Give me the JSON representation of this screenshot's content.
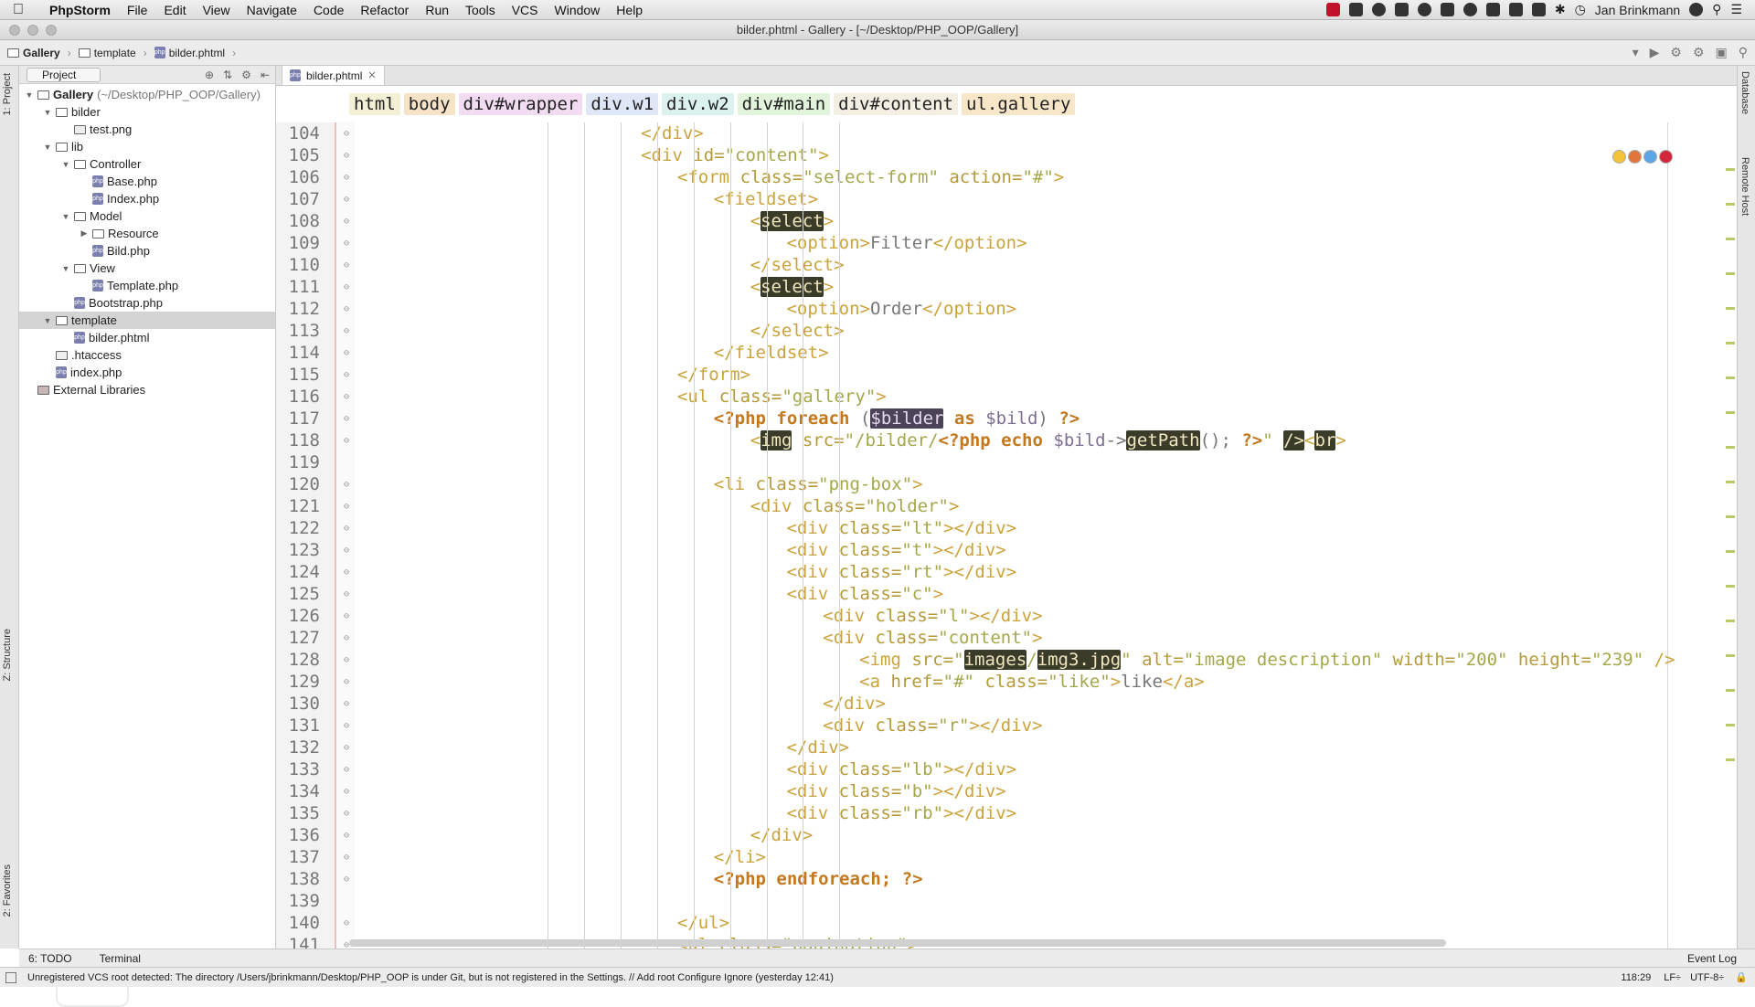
{
  "menubar": {
    "app": "PhpStorm",
    "items": [
      "File",
      "Edit",
      "View",
      "Navigate",
      "Code",
      "Refactor",
      "Run",
      "Tools",
      "VCS",
      "Window",
      "Help"
    ],
    "user": "Jan Brinkmann"
  },
  "window": {
    "title": "bilder.phtml - Gallery - [~/Desktop/PHP_OOP/Gallery]"
  },
  "breadcrumb": [
    "Gallery",
    "template",
    "bilder.phtml"
  ],
  "left_tabs": {
    "project": "1: Project",
    "structure": "Z: Structure",
    "favorites": "2: Favorites"
  },
  "right_tabs": {
    "database": "Database",
    "remote": "Remote Host"
  },
  "project": {
    "selector": "Project",
    "tree": [
      {
        "label": "Gallery",
        "path": "(~/Desktop/PHP_OOP/Gallery)",
        "depth": 0,
        "type": "folder",
        "open": true,
        "bold": true
      },
      {
        "label": "bilder",
        "depth": 1,
        "type": "folder",
        "open": true
      },
      {
        "label": "test.png",
        "depth": 2,
        "type": "file"
      },
      {
        "label": "lib",
        "depth": 1,
        "type": "folder",
        "open": true
      },
      {
        "label": "Controller",
        "depth": 2,
        "type": "folder",
        "open": true
      },
      {
        "label": "Base.php",
        "depth": 3,
        "type": "php"
      },
      {
        "label": "Index.php",
        "depth": 3,
        "type": "php"
      },
      {
        "label": "Model",
        "depth": 2,
        "type": "folder",
        "open": true
      },
      {
        "label": "Resource",
        "depth": 3,
        "type": "folder",
        "open": false
      },
      {
        "label": "Bild.php",
        "depth": 3,
        "type": "php"
      },
      {
        "label": "View",
        "depth": 2,
        "type": "folder",
        "open": true
      },
      {
        "label": "Template.php",
        "depth": 3,
        "type": "php"
      },
      {
        "label": "Bootstrap.php",
        "depth": 2,
        "type": "php"
      },
      {
        "label": "template",
        "depth": 1,
        "type": "folder",
        "open": true,
        "selected": true
      },
      {
        "label": "bilder.phtml",
        "depth": 2,
        "type": "php"
      },
      {
        "label": ".htaccess",
        "depth": 1,
        "type": "file"
      },
      {
        "label": "index.php",
        "depth": 1,
        "type": "php"
      },
      {
        "label": "External Libraries",
        "depth": 0,
        "type": "lib"
      }
    ]
  },
  "editor": {
    "tab": "bilder.phtml",
    "html_breadcrumb": [
      "html",
      "body",
      "div#wrapper",
      "div.w1",
      "div.w2",
      "div#main",
      "div#content",
      "ul.gallery"
    ],
    "html_breadcrumb_colors": [
      "#f4f0d6",
      "#f6e3c8",
      "#f2dcf2",
      "#dfe6f6",
      "#dcf2ef",
      "#e2f4dc",
      "#f4efe3",
      "#f8e6c8"
    ],
    "lines": [
      {
        "n": "104",
        "indent": 6,
        "parts": [
          [
            "tag",
            "</div>"
          ]
        ]
      },
      {
        "n": "105",
        "indent": 6,
        "parts": [
          [
            "tag",
            "<div "
          ],
          [
            "attr",
            "id="
          ],
          [
            "str",
            "\"content\""
          ],
          [
            "tag",
            ">"
          ]
        ]
      },
      {
        "n": "106",
        "indent": 7,
        "parts": [
          [
            "tag",
            "<form "
          ],
          [
            "attr",
            "class="
          ],
          [
            "str",
            "\"select-form\" "
          ],
          [
            "attr",
            "action="
          ],
          [
            "str",
            "\"#\""
          ],
          [
            "tag",
            ">"
          ]
        ]
      },
      {
        "n": "107",
        "indent": 8,
        "parts": [
          [
            "tag",
            "<fieldset>"
          ]
        ]
      },
      {
        "n": "108",
        "indent": 9,
        "parts": [
          [
            "tag",
            "<"
          ],
          [
            "hl",
            "select"
          ],
          [
            "tag",
            ">"
          ]
        ]
      },
      {
        "n": "109",
        "indent": 10,
        "parts": [
          [
            "tag",
            "<option>"
          ],
          [
            "txt",
            "Filter"
          ],
          [
            "tag",
            "</option>"
          ]
        ]
      },
      {
        "n": "110",
        "indent": 9,
        "parts": [
          [
            "tag",
            "</select>"
          ]
        ]
      },
      {
        "n": "111",
        "indent": 9,
        "parts": [
          [
            "tag",
            "<"
          ],
          [
            "hl",
            "select"
          ],
          [
            "tag",
            ">"
          ]
        ]
      },
      {
        "n": "112",
        "indent": 10,
        "parts": [
          [
            "tag",
            "<option>"
          ],
          [
            "txt",
            "Order"
          ],
          [
            "tag",
            "</option>"
          ]
        ]
      },
      {
        "n": "113",
        "indent": 9,
        "parts": [
          [
            "tag",
            "</select>"
          ]
        ]
      },
      {
        "n": "114",
        "indent": 8,
        "parts": [
          [
            "tag",
            "</fieldset>"
          ]
        ]
      },
      {
        "n": "115",
        "indent": 7,
        "parts": [
          [
            "tag",
            "</form>"
          ]
        ]
      },
      {
        "n": "116",
        "indent": 7,
        "parts": [
          [
            "tag",
            "<ul "
          ],
          [
            "attr",
            "class="
          ],
          [
            "str",
            "\"gallery\""
          ],
          [
            "tag",
            ">"
          ]
        ]
      },
      {
        "n": "117",
        "indent": 8,
        "parts": [
          [
            "php",
            "<?php foreach "
          ],
          [
            "txt",
            "("
          ],
          [
            "hlv",
            "$bilder"
          ],
          [
            "php",
            " as "
          ],
          [
            "var",
            "$bild"
          ],
          [
            "txt",
            ") "
          ],
          [
            "php",
            "?>"
          ]
        ]
      },
      {
        "n": "118",
        "indent": 9,
        "parts": [
          [
            "tag",
            "<"
          ],
          [
            "hl",
            "img"
          ],
          [
            "attr",
            " src="
          ],
          [
            "str",
            "\"/bilder/"
          ],
          [
            "php",
            "<?php echo "
          ],
          [
            "var",
            "$bild"
          ],
          [
            "txt",
            "->"
          ],
          [
            "hl",
            "getPath"
          ],
          [
            "txt",
            "(); "
          ],
          [
            "php",
            "?>"
          ],
          [
            "str",
            "\" "
          ],
          [
            "hl",
            "/>"
          ],
          [
            "tag",
            "<"
          ],
          [
            "hl",
            "br"
          ],
          [
            "tag",
            ">"
          ]
        ]
      },
      {
        "n": "119",
        "indent": 0,
        "parts": []
      },
      {
        "n": "120",
        "indent": 8,
        "parts": [
          [
            "tag",
            "<li "
          ],
          [
            "attr",
            "class="
          ],
          [
            "str",
            "\"png-box\""
          ],
          [
            "tag",
            ">"
          ]
        ]
      },
      {
        "n": "121",
        "indent": 9,
        "parts": [
          [
            "tag",
            "<div "
          ],
          [
            "attr",
            "class="
          ],
          [
            "str",
            "\"holder\""
          ],
          [
            "tag",
            ">"
          ]
        ]
      },
      {
        "n": "122",
        "indent": 10,
        "parts": [
          [
            "tag",
            "<div "
          ],
          [
            "attr",
            "class="
          ],
          [
            "str",
            "\"lt\""
          ],
          [
            "tag",
            "></div>"
          ]
        ]
      },
      {
        "n": "123",
        "indent": 10,
        "parts": [
          [
            "tag",
            "<div "
          ],
          [
            "attr",
            "class="
          ],
          [
            "str",
            "\"t\""
          ],
          [
            "tag",
            "></div>"
          ]
        ]
      },
      {
        "n": "124",
        "indent": 10,
        "parts": [
          [
            "tag",
            "<div "
          ],
          [
            "attr",
            "class="
          ],
          [
            "str",
            "\"rt\""
          ],
          [
            "tag",
            "></div>"
          ]
        ]
      },
      {
        "n": "125",
        "indent": 10,
        "parts": [
          [
            "tag",
            "<div "
          ],
          [
            "attr",
            "class="
          ],
          [
            "str",
            "\"c\""
          ],
          [
            "tag",
            ">"
          ]
        ]
      },
      {
        "n": "126",
        "indent": 11,
        "parts": [
          [
            "tag",
            "<div "
          ],
          [
            "attr",
            "class="
          ],
          [
            "str",
            "\"l\""
          ],
          [
            "tag",
            "></div>"
          ]
        ]
      },
      {
        "n": "127",
        "indent": 11,
        "parts": [
          [
            "tag",
            "<div "
          ],
          [
            "attr",
            "class="
          ],
          [
            "str",
            "\"content\""
          ],
          [
            "tag",
            ">"
          ]
        ]
      },
      {
        "n": "128",
        "indent": 12,
        "parts": [
          [
            "tag",
            "<img "
          ],
          [
            "attr",
            "src="
          ],
          [
            "str",
            "\""
          ],
          [
            "hl",
            "images"
          ],
          [
            "str",
            "/"
          ],
          [
            "hl",
            "img3.jpg"
          ],
          [
            "str",
            "\" "
          ],
          [
            "attr",
            "alt="
          ],
          [
            "str",
            "\"image description\" "
          ],
          [
            "attr",
            "width="
          ],
          [
            "str",
            "\"200\" "
          ],
          [
            "attr",
            "height="
          ],
          [
            "str",
            "\"239\" "
          ],
          [
            "tag",
            "/>"
          ]
        ]
      },
      {
        "n": "129",
        "indent": 12,
        "parts": [
          [
            "tag",
            "<a "
          ],
          [
            "attr",
            "href="
          ],
          [
            "str",
            "\"#\" "
          ],
          [
            "attr",
            "class="
          ],
          [
            "str",
            "\"like\""
          ],
          [
            "tag",
            ">"
          ],
          [
            "txt",
            "like"
          ],
          [
            "tag",
            "</a>"
          ]
        ]
      },
      {
        "n": "130",
        "indent": 11,
        "parts": [
          [
            "tag",
            "</div>"
          ]
        ]
      },
      {
        "n": "131",
        "indent": 11,
        "parts": [
          [
            "tag",
            "<div "
          ],
          [
            "attr",
            "class="
          ],
          [
            "str",
            "\"r\""
          ],
          [
            "tag",
            "></div>"
          ]
        ]
      },
      {
        "n": "132",
        "indent": 10,
        "parts": [
          [
            "tag",
            "</div>"
          ]
        ]
      },
      {
        "n": "133",
        "indent": 10,
        "parts": [
          [
            "tag",
            "<div "
          ],
          [
            "attr",
            "class="
          ],
          [
            "str",
            "\"lb\""
          ],
          [
            "tag",
            "></div>"
          ]
        ]
      },
      {
        "n": "134",
        "indent": 10,
        "parts": [
          [
            "tag",
            "<div "
          ],
          [
            "attr",
            "class="
          ],
          [
            "str",
            "\"b\""
          ],
          [
            "tag",
            "></div>"
          ]
        ]
      },
      {
        "n": "135",
        "indent": 10,
        "parts": [
          [
            "tag",
            "<div "
          ],
          [
            "attr",
            "class="
          ],
          [
            "str",
            "\"rb\""
          ],
          [
            "tag",
            "></div>"
          ]
        ]
      },
      {
        "n": "136",
        "indent": 9,
        "parts": [
          [
            "tag",
            "</div>"
          ]
        ]
      },
      {
        "n": "137",
        "indent": 8,
        "parts": [
          [
            "tag",
            "</li>"
          ]
        ]
      },
      {
        "n": "138",
        "indent": 8,
        "parts": [
          [
            "php",
            "<?php endforeach; ?>"
          ]
        ]
      },
      {
        "n": "139",
        "indent": 0,
        "parts": []
      },
      {
        "n": "140",
        "indent": 7,
        "parts": [
          [
            "tag",
            "</ul>"
          ]
        ]
      },
      {
        "n": "141",
        "indent": 7,
        "parts": [
          [
            "tag",
            "<ul "
          ],
          [
            "attr",
            "class="
          ],
          [
            "str",
            "\"pagination\""
          ],
          [
            "tag",
            ">"
          ]
        ]
      }
    ]
  },
  "bottom_tools": {
    "todo": "6: TODO",
    "terminal": "Terminal",
    "event_log": "Event Log"
  },
  "status": {
    "message": "Unregistered VCS root detected: The directory /Users/jbrinkmann/Desktop/PHP_OOP is under Git, but is not registered in the Settings. // Add root  Configure  Ignore (yesterday 12:41)",
    "position": "118:29",
    "line_sep": "LF÷",
    "encoding": "UTF-8÷"
  }
}
